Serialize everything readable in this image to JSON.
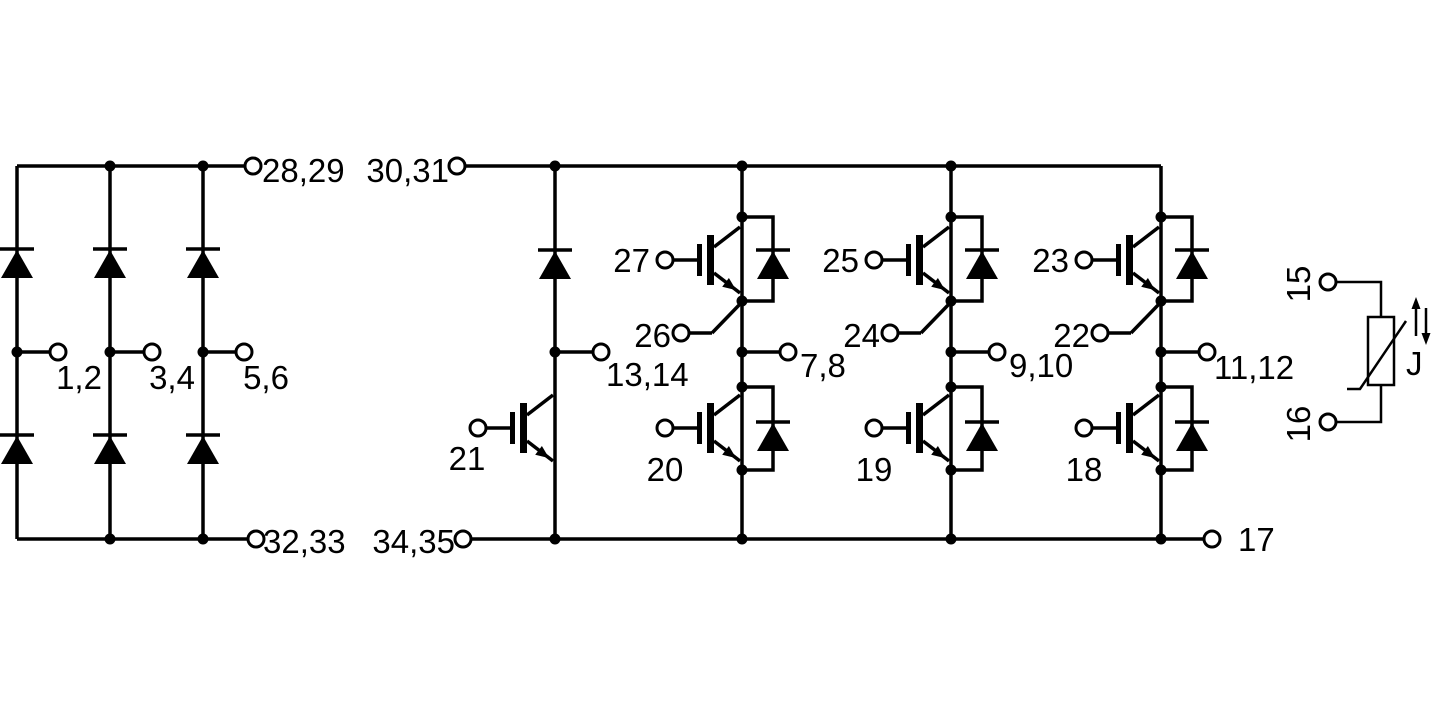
{
  "diagram": {
    "type": "power-module-schematic",
    "colors": {
      "line": "#000000",
      "background": "#ffffff"
    },
    "rectifier": {
      "dc_plus_terminal": "28,29",
      "dc_minus_terminal": "32,33",
      "ac_input_terminals": [
        "1,2",
        "3,4",
        "5,6"
      ]
    },
    "inverter": {
      "dc_plus_terminal": "30,31",
      "dc_minus_terminal": "34,35",
      "dc_minus_aux_terminal": "17",
      "brake_chopper": {
        "gate_terminal": "21",
        "tap_terminal": "13,14"
      },
      "legs": [
        {
          "top_gate_terminal": "27",
          "top_aux_emitter_terminal": "26",
          "bottom_gate_terminal": "20",
          "phase_terminal": "7,8"
        },
        {
          "top_gate_terminal": "25",
          "top_aux_emitter_terminal": "24",
          "bottom_gate_terminal": "19",
          "phase_terminal": "9,10"
        },
        {
          "top_gate_terminal": "23",
          "top_aux_emitter_terminal": "22",
          "bottom_gate_terminal": "18",
          "phase_terminal": "11,12"
        }
      ]
    },
    "thermistor": {
      "terminal_top": "15",
      "terminal_bottom": "16",
      "label": "J"
    }
  }
}
